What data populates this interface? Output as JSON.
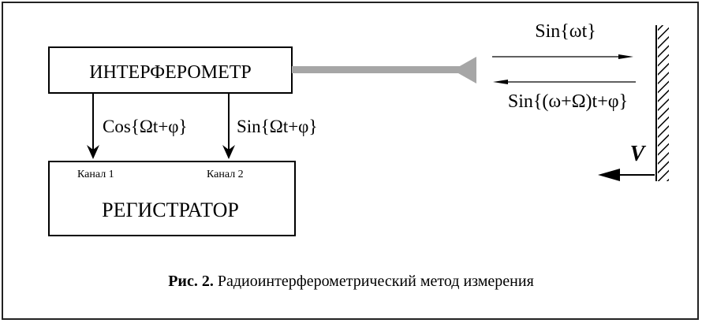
{
  "diagram": {
    "interferometer_label": "ИНТЕРФЕРОМЕТР",
    "recorder_label": "РЕГИСТРАТОР",
    "channel1_label": "Канал 1",
    "channel2_label": "Канал 2",
    "signal_cos": "Cos{Ωt+φ}",
    "signal_sin": "Sin{Ωt+φ}",
    "wave_out": "Sin{ωt}",
    "wave_in": "Sin{(ω+Ω)t+φ}",
    "velocity_label": "V"
  },
  "caption": {
    "prefix": "Рис. 2.",
    "text": "Радиоинтерферометрический метод измерения"
  },
  "colors": {
    "line": "#000000",
    "antenna": "#a6a6a6"
  }
}
